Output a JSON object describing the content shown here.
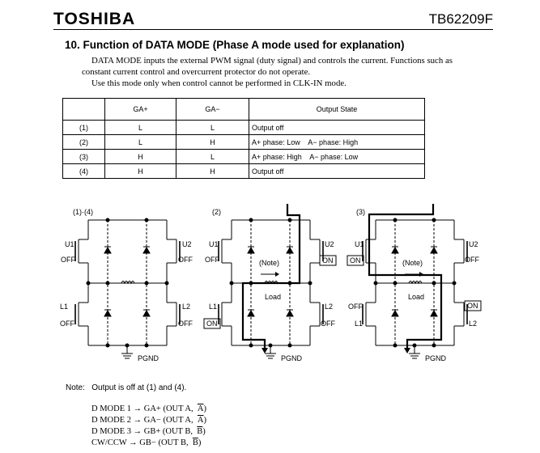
{
  "header": {
    "brand": "TOSHIBA",
    "part_number": "TB62209F"
  },
  "section_title": "10. Function of DATA MODE (Phase A mode used for explanation)",
  "paragraphs": [
    "DATA MODE inputs the external PWM signal (duty signal) and controls the current. Functions such as",
    "constant current control and overcurrent protector do not operate.",
    "Use this mode only when control cannot be performed in CLK-IN mode."
  ],
  "table": {
    "headers": [
      "",
      "GA+",
      "GA−",
      "Output State"
    ],
    "rows": [
      [
        "(1)",
        "L",
        "L",
        "Output off"
      ],
      [
        "(2)",
        "L",
        "H",
        "A+ phase: Low    A− phase: High"
      ],
      [
        "(3)",
        "H",
        "L",
        "A+ phase: High    A− phase: Low"
      ],
      [
        "(4)",
        "H",
        "H",
        "Output off"
      ]
    ]
  },
  "diagrams": [
    {
      "label": "(1)·(4)",
      "u1": "U1",
      "u2": "U2",
      "l1": "L1",
      "l2": "L2",
      "u1_state": "OFF",
      "u2_state": "OFF",
      "l1_state": "OFF",
      "l2_state": "OFF",
      "ground": "PGND",
      "note": "",
      "load": ""
    },
    {
      "label": "(2)",
      "u1": "U1",
      "u2": "U2",
      "l1": "L1",
      "l2": "L2",
      "u1_state": "OFF",
      "u2_state": "ON",
      "l1_state": "ON",
      "l2_state": "OFF",
      "ground": "PGND",
      "note": "(Note)",
      "load": "Load"
    },
    {
      "label": "(3)",
      "u1": "U1",
      "u2": "U2",
      "l1": "OFF",
      "l2": "ON",
      "u1_state": "ON",
      "u2_state": "OFF",
      "l1_state": "L1",
      "l2_state": "L2",
      "ground": "PGND",
      "note": "(Note)",
      "load": "Load"
    }
  ],
  "note": "Note:   Output is off at (1) and (4).",
  "dmode": [
    {
      "text": "D MODE 1 → GA+ (OUT A,",
      "sig": "A"
    },
    {
      "text": "D MODE 2 → GA− (OUT A,",
      "sig": "A"
    },
    {
      "text": "D MODE 3 → GB+ (OUT B,",
      "sig": "B"
    },
    {
      "text": "CW/CCW → GB− (OUT B,",
      "sig": "B"
    }
  ]
}
